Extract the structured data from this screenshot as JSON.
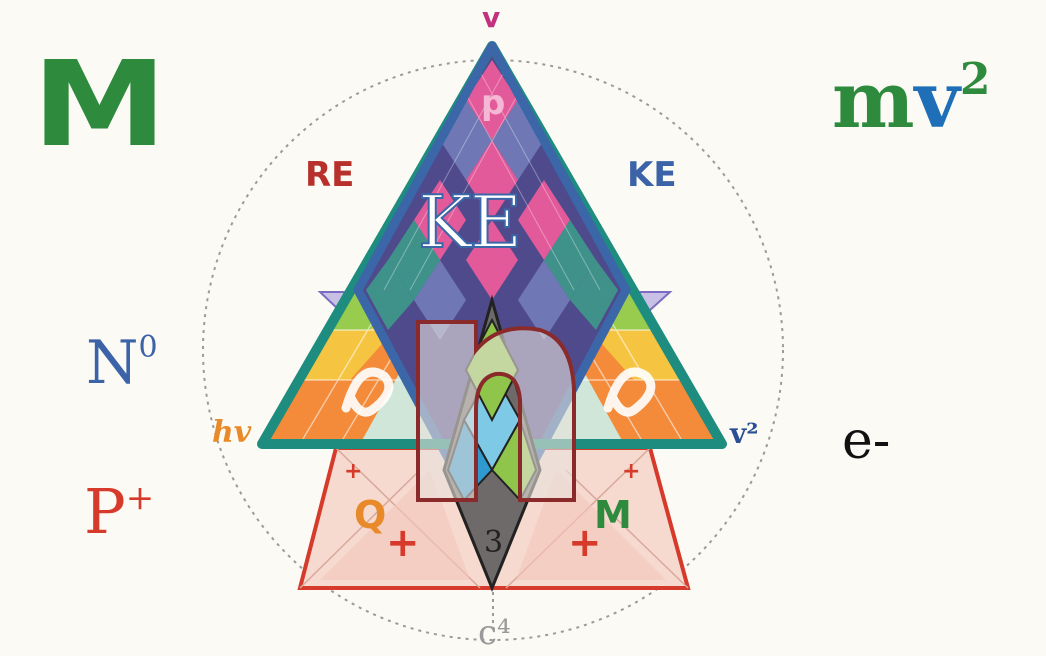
{
  "labels": {
    "top_left": "M",
    "top_right_m": "m",
    "top_right_v": "v",
    "top_right_exp": "2",
    "left_mid": "N",
    "left_mid_sup": "0",
    "left_bottom": "P",
    "left_bottom_sup": "+",
    "right_mid": "e-",
    "re": "RE",
    "ke_side": "KE",
    "ke_center": "KE",
    "p_top": "p",
    "hv": "hv",
    "v2": "v²",
    "v_top": "v",
    "c4": "c⁴",
    "Q": "Q",
    "M_small": "M",
    "n": "n",
    "three": "3",
    "plus": "+"
  },
  "colors": {
    "background": "#fbfaf4",
    "blue_frame": "#3b66a8",
    "teal_frame": "#1e8c7e",
    "red_frame": "#d63a2a",
    "green_text": "#2e8b3e",
    "orange_text": "#e8892a",
    "magenta": "#c2307e"
  }
}
